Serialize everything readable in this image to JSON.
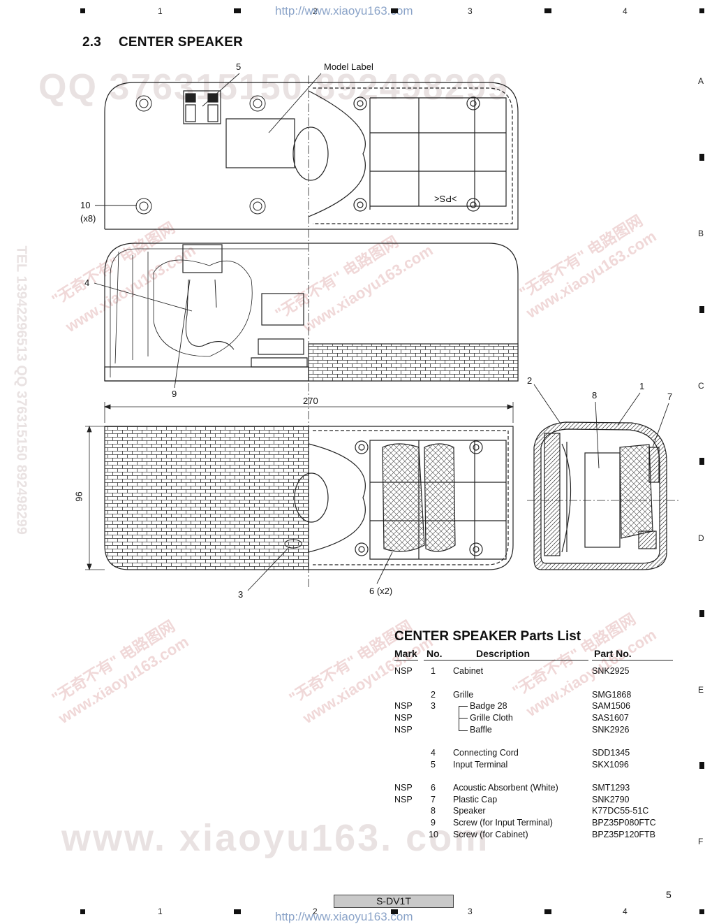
{
  "header": {
    "grid_numbers": [
      "1",
      "2",
      "3",
      "4"
    ],
    "url": "http://www.xiaoyu163.com"
  },
  "side_letters": [
    "A",
    "B",
    "C",
    "D",
    "E",
    "F"
  ],
  "section": {
    "number": "2.3",
    "title": "CENTER SPEAKER"
  },
  "diagram": {
    "model_label": "Model Label",
    "callout_5": "5",
    "callout_10": "10",
    "callout_10_qty": "(x8)",
    "callout_4": "4",
    "callout_9": "9",
    "callout_2": "2",
    "callout_1": "1",
    "callout_8": "8",
    "callout_7": "7",
    "callout_3": "3",
    "callout_6": "6 (x2)",
    "dim_width": "270",
    "dim_height": "96",
    "ps_mark": ">PS<"
  },
  "parts_list": {
    "title": "CENTER SPEAKER Parts List",
    "headers": {
      "mark": "Mark",
      "no": "No.",
      "description": "Description",
      "part_no": "Part No."
    },
    "rows": [
      {
        "mark": "NSP",
        "no": "1",
        "description": "Cabinet",
        "part_no": "SNK2925"
      },
      {
        "mark": "",
        "no": "2",
        "description": "Grille",
        "part_no": "SMG1868"
      },
      {
        "mark": "NSP",
        "no": "3",
        "description": "Badge 28",
        "part_no": "SAM1506"
      },
      {
        "mark": "NSP",
        "no": "",
        "description": "Grille Cloth",
        "part_no": "SAS1607"
      },
      {
        "mark": "NSP",
        "no": "",
        "description": "Baffle",
        "part_no": "SNK2926"
      },
      {
        "mark": "",
        "no": "4",
        "description": "Connecting Cord",
        "part_no": "SDD1345"
      },
      {
        "mark": "",
        "no": "5",
        "description": "Input Terminal",
        "part_no": "SKX1096"
      },
      {
        "mark": "NSP",
        "no": "6",
        "description": "Acoustic Absorbent (White)",
        "part_no": "SMT1293"
      },
      {
        "mark": "NSP",
        "no": "7",
        "description": "Plastic Cap",
        "part_no": "SNK2790"
      },
      {
        "mark": "",
        "no": "8",
        "description": "Speaker",
        "part_no": "K77DC55-51C"
      },
      {
        "mark": "",
        "no": "9",
        "description": "Screw (for Input Terminal)",
        "part_no": "BPZ35P080FTC"
      },
      {
        "mark": "",
        "no": "10",
        "description": "Screw (for Cabinet)",
        "part_no": "BPZ35P120FTB"
      }
    ]
  },
  "footer": {
    "page_number": "5",
    "model": "S-DV1T",
    "url": "http://www.xiaoyu163.com"
  },
  "watermarks": {
    "qq_top": "QQ 376315150   892498299",
    "big_bottom": "www. xiaoyu163. com",
    "diag_cn": "\"无奇不有\" 电路图网",
    "diag_url": "www.xiaoyu163.com",
    "side_vertical": "TEL 13942296513  QQ 376315150  892498299"
  }
}
